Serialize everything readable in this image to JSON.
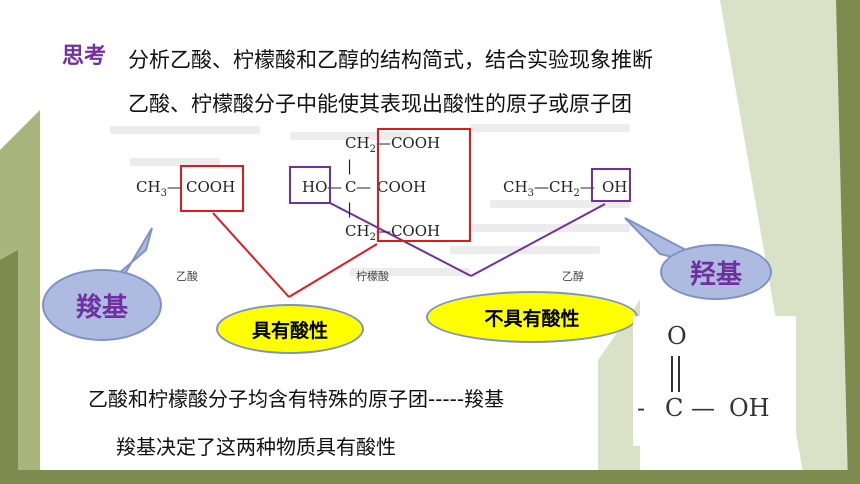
{
  "heading": {
    "think_label": "思考",
    "question_line1": "分析乙酸、柠檬酸和乙醇的结构简式，结合实验现象推断",
    "question_line2": "乙酸、柠檬酸分子中能使其表现出酸性的原子或原子团"
  },
  "structures": {
    "acetic": {
      "ch3": "CH",
      "ch3_sub": "3",
      "dash": "—",
      "cooh": "COOH",
      "caption": "乙酸"
    },
    "citric": {
      "top": "CH",
      "top_sub": "2",
      "top_rest": "—COOH",
      "ho": "HO",
      "dash": "—",
      "c": "C",
      "cooh": "COOH",
      "bottom": "CH",
      "bottom_sub": "2",
      "bottom_rest": "—COOH",
      "bond": "|",
      "caption": "柠檬酸"
    },
    "ethanol": {
      "ch3": "CH",
      "ch3_sub": "3",
      "dash": "—",
      "ch2": "CH",
      "ch2_sub": "2",
      "oh": "OH",
      "caption": "乙醇"
    }
  },
  "bubbles": {
    "carboxyl": "羧基",
    "hydroxyl": "羟基",
    "acidic": "具有酸性",
    "not_acidic": "不具有酸性"
  },
  "conclusion": {
    "line1": "乙酸和柠檬酸分子均含有特殊的原子团-----羧基",
    "line2": "羧基决定了这两种物质具有酸性"
  },
  "formula": {
    "o": "O",
    "dash": "-",
    "c": "C",
    "bond": "—",
    "oh": "OH"
  },
  "colors": {
    "red": "#e0191f",
    "purple": "#7030a0",
    "yellow": "#ffff00",
    "blue_bubble": "#aebbe0",
    "olive": "#7d8b4f"
  }
}
